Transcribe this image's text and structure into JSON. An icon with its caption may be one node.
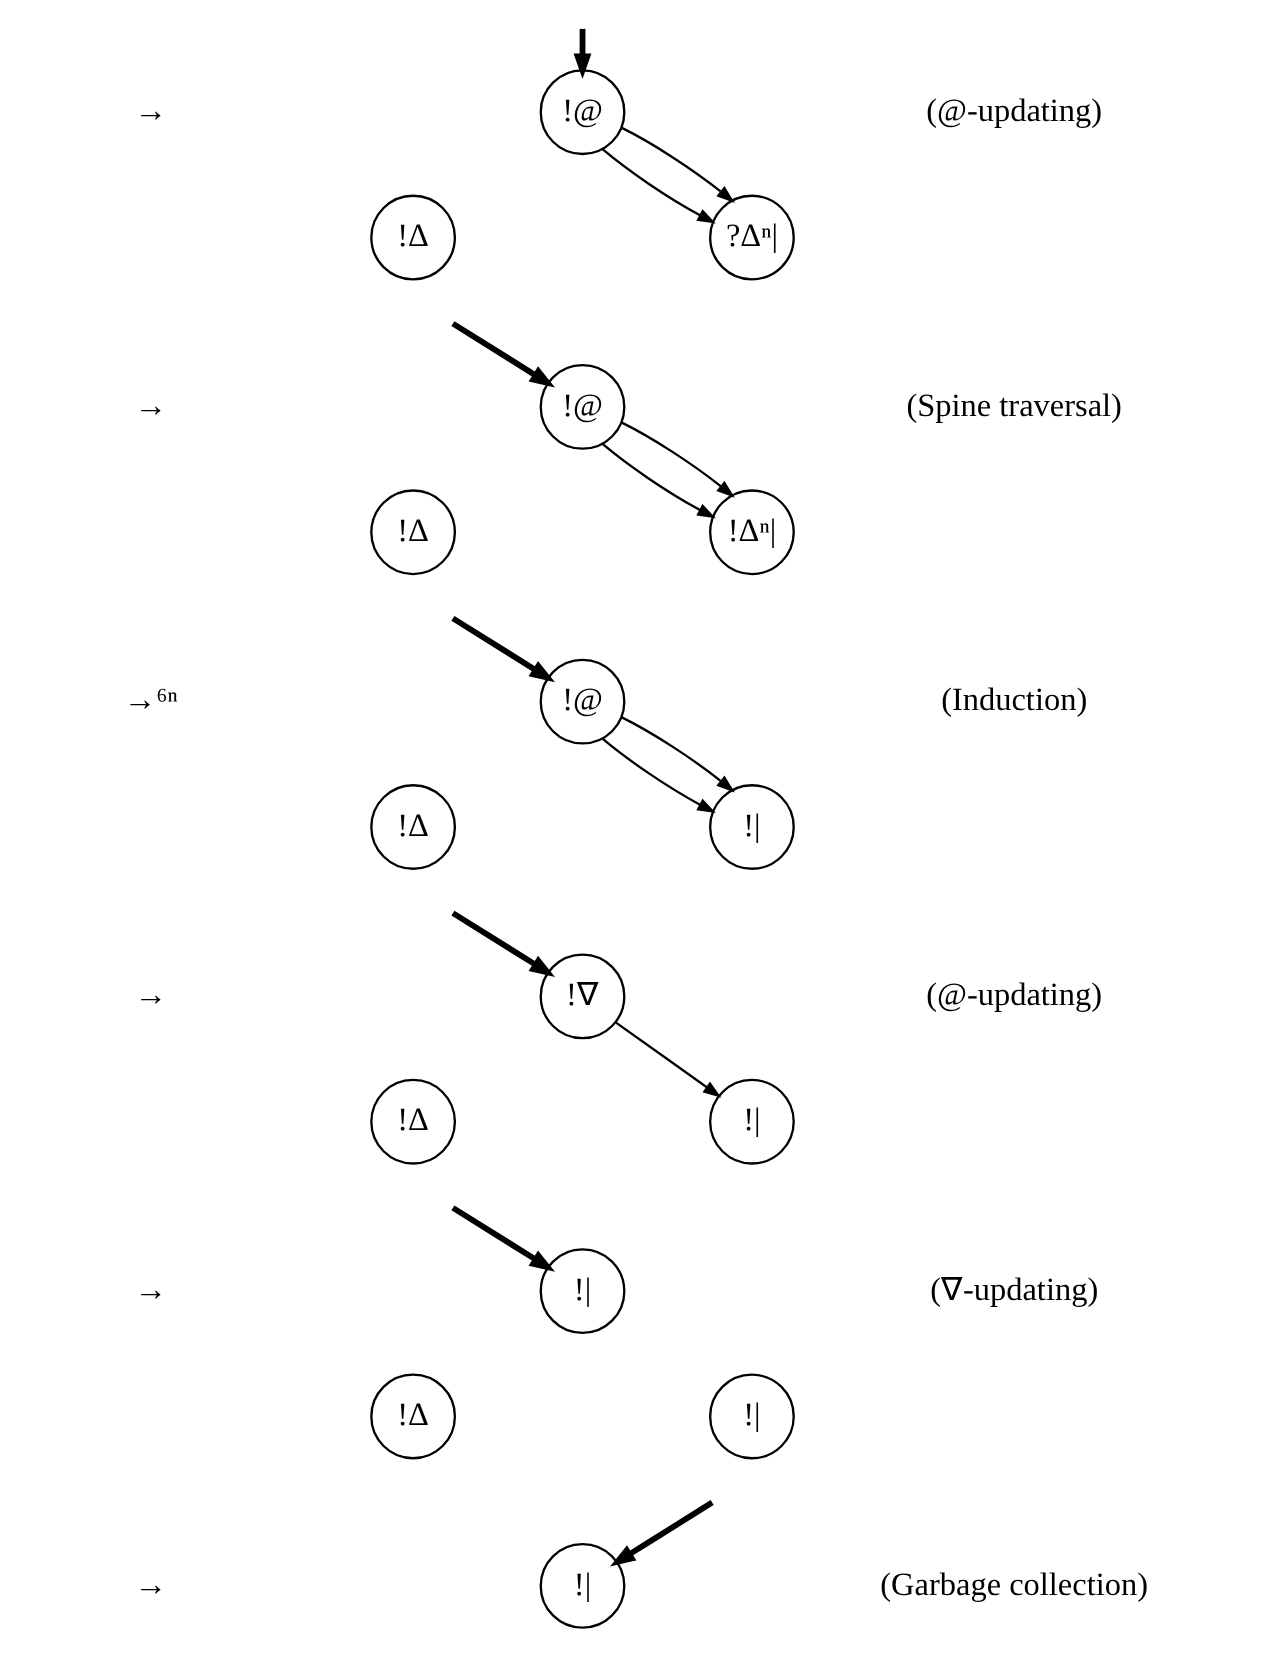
{
  "diagram": {
    "nodes": [
      {
        "text": [
          "!@"
        ]
      },
      {
        "text": [
          "!Δ"
        ]
      },
      {
        "text": [
          "?Δⁿ|"
        ]
      },
      {
        "text": [
          "!@"
        ]
      },
      {
        "text": [
          "!Δ"
        ]
      },
      {
        "text": [
          "!Δⁿ|"
        ]
      },
      {
        "text": [
          "!@"
        ]
      },
      {
        "text": [
          "!Δ"
        ]
      },
      {
        "text": [
          "!|"
        ]
      },
      {
        "text": [
          "!∇"
        ]
      },
      {
        "text": [
          "!Δ"
        ]
      },
      {
        "text": [
          "!|"
        ]
      },
      {
        "text": [
          "!|"
        ]
      },
      {
        "text": [
          "!Δ"
        ]
      },
      {
        "text": [
          "!|"
        ]
      },
      {
        "text": [
          "!|"
        ]
      }
    ],
    "edges": [
      {
        "from": null,
        "to": 0,
        "arrow": "to",
        "style": "thick"
      },
      {
        "from": 0,
        "to": 2,
        "arrow": "to"
      },
      {
        "from": 0,
        "to": 2,
        "arrow": "to"
      },
      {
        "from": null,
        "to": 3,
        "arrow": "to",
        "style": "thick"
      },
      {
        "from": 3,
        "to": 5,
        "arrow": "to"
      },
      {
        "from": 3,
        "to": 5,
        "arrow": "to"
      },
      {
        "from": null,
        "to": 6,
        "arrow": "to",
        "style": "thick"
      },
      {
        "from": 6,
        "to": 8,
        "arrow": "to"
      },
      {
        "from": 6,
        "to": 8,
        "arrow": "to"
      },
      {
        "from": null,
        "to": 9,
        "arrow": "to",
        "style": "thick"
      },
      {
        "from": 9,
        "to": 11,
        "arrow": "to"
      },
      {
        "from": null,
        "to": 12,
        "arrow": "to",
        "style": "thick"
      },
      {
        "from": null,
        "to": 15,
        "arrow": "to",
        "style": "thick"
      }
    ],
    "labels": [
      "→",
      "(@-updating)",
      "→",
      "(Spine traversal)",
      "→⁶ⁿ",
      "(Induction)",
      "→",
      "(@-updating)",
      "→",
      "(∇-updating)",
      "→",
      "(Garbage collection)"
    ]
  }
}
